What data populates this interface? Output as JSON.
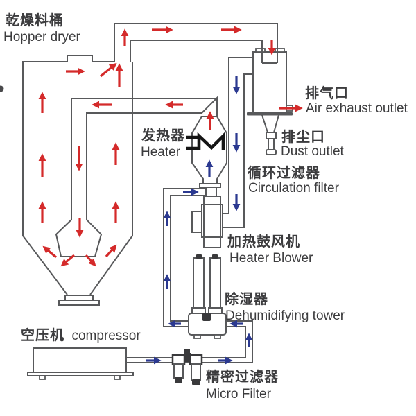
{
  "colors": {
    "hot_air": "#d42a2a",
    "dry_air": "#2b3990",
    "line": "#58595b",
    "text": "#3c3c3e",
    "element": "#151515"
  },
  "labels": {
    "hopper": {
      "zh": "乾燥料桶",
      "en": "Hopper dryer"
    },
    "heater": {
      "zh": "发热器",
      "en": "Heater"
    },
    "air_exhaust": {
      "zh": "排气口",
      "en": "Air exhaust outlet"
    },
    "dust": {
      "zh": "排尘口",
      "en": "Dust outlet"
    },
    "circulation_filter": {
      "zh": "循环过滤器",
      "en": "Circulation filter"
    },
    "heater_blower": {
      "zh": "加热鼓风机",
      "en": "Heater Blower"
    },
    "dehumidifier": {
      "zh": "除湿器",
      "en": "Dehumidifying tower"
    },
    "compressor": {
      "zh": "空压机",
      "en": "compressor"
    },
    "micro_filter": {
      "zh": "精密过滤器",
      "en": "Micro Filter"
    }
  }
}
